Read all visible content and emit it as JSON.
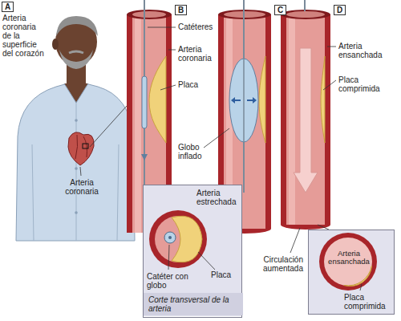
{
  "diagram": {
    "nodes": [
      {
        "text": [
          "A"
        ]
      },
      {
        "text": [
          "B"
        ]
      },
      {
        "text": [
          "C"
        ]
      },
      {
        "text": [
          "D"
        ]
      },
      {
        "text": [
          "Arteria estrechada",
          "Catéter con globo",
          "Placa",
          "Corte transversal de la arteria"
        ]
      },
      {
        "text": [
          "Arteria ensanchada",
          "Placa comprimida"
        ]
      }
    ],
    "labels": [
      "Arteria coronaria de la superficie del corazón",
      "Arteria coronaria",
      "Catéteres",
      "Arteria coronaria",
      "Placa",
      "Globo inflado",
      "Circulación aumentada",
      "Arteria ensanchada",
      "Placa comprimida"
    ]
  }
}
